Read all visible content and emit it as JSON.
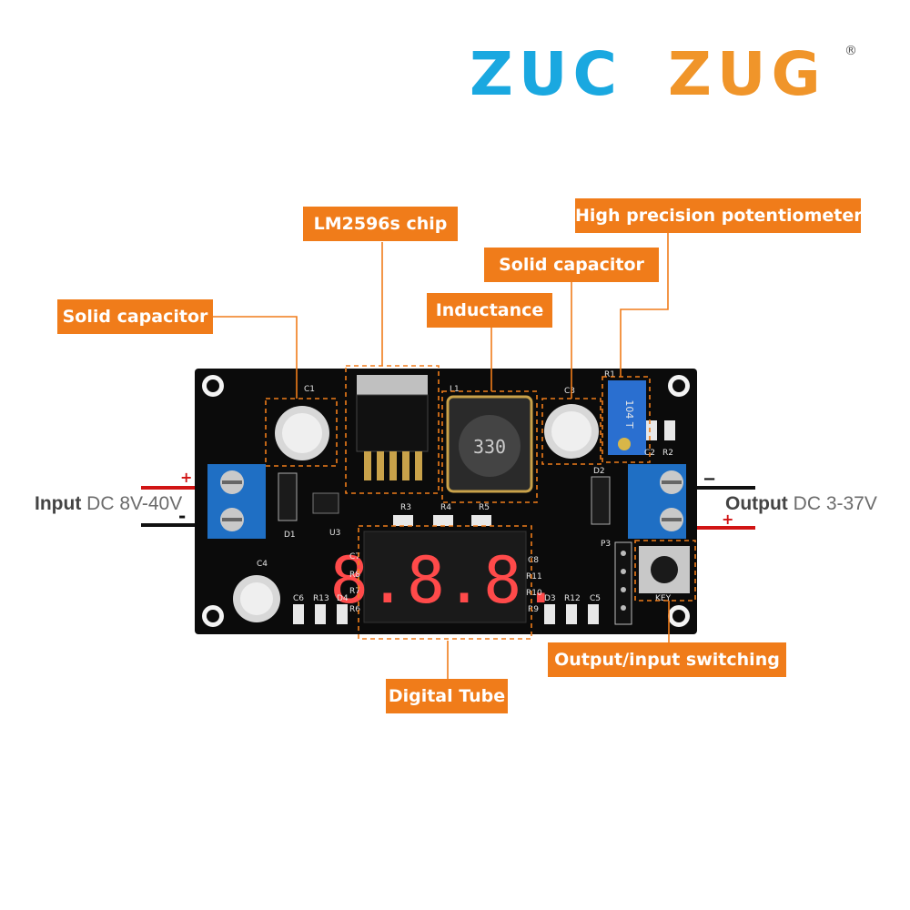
{
  "brand": {
    "part1": "ZUC",
    "part2": "ZUG",
    "registered": "®",
    "color_blue": "#1aa8e0",
    "color_orange": "#f0952a"
  },
  "callouts": {
    "lm2596": "LM2596s chip",
    "potentiometer": "High precision potentiometer",
    "solid_cap_right": "Solid capacitor",
    "solid_cap_left": "Solid capacitor",
    "inductance": "Inductance",
    "digital_tube": "Digital Tube",
    "switching": "Output/input switching"
  },
  "io": {
    "input_label": "Input",
    "input_value": "DC 8V-40V",
    "output_label": "Output",
    "output_value": "DC 3-37V",
    "plus": "+",
    "minus": "-",
    "minus_right": "−"
  },
  "silkscreen": {
    "c1": "C1",
    "c3": "C3",
    "c4": "C4",
    "c5": "C5",
    "c6": "C6",
    "c7": "C7",
    "c8": "C8",
    "l1": "L1",
    "r1": "R1",
    "r2": "R2",
    "r3": "R3",
    "r4": "R4",
    "r5": "R5",
    "r6": "R6",
    "r7": "R7",
    "r8": "R8",
    "r9": "R9",
    "r10": "R10",
    "r11": "R11",
    "r12": "R12",
    "r13": "R13",
    "d1": "D1",
    "d2": "D2",
    "d3": "D3",
    "d4": "D4",
    "u3": "U3",
    "p3": "P3",
    "c2": "C2",
    "key": "KEY",
    "inductor_marking": "330",
    "pot_marking": "104 T"
  },
  "display": {
    "digits": "8.8.8."
  },
  "colors": {
    "callout": "#f07c1a",
    "pcb": "#0b0b0b",
    "terminal": "#1f6fc4",
    "red_wire": "#d11414"
  }
}
